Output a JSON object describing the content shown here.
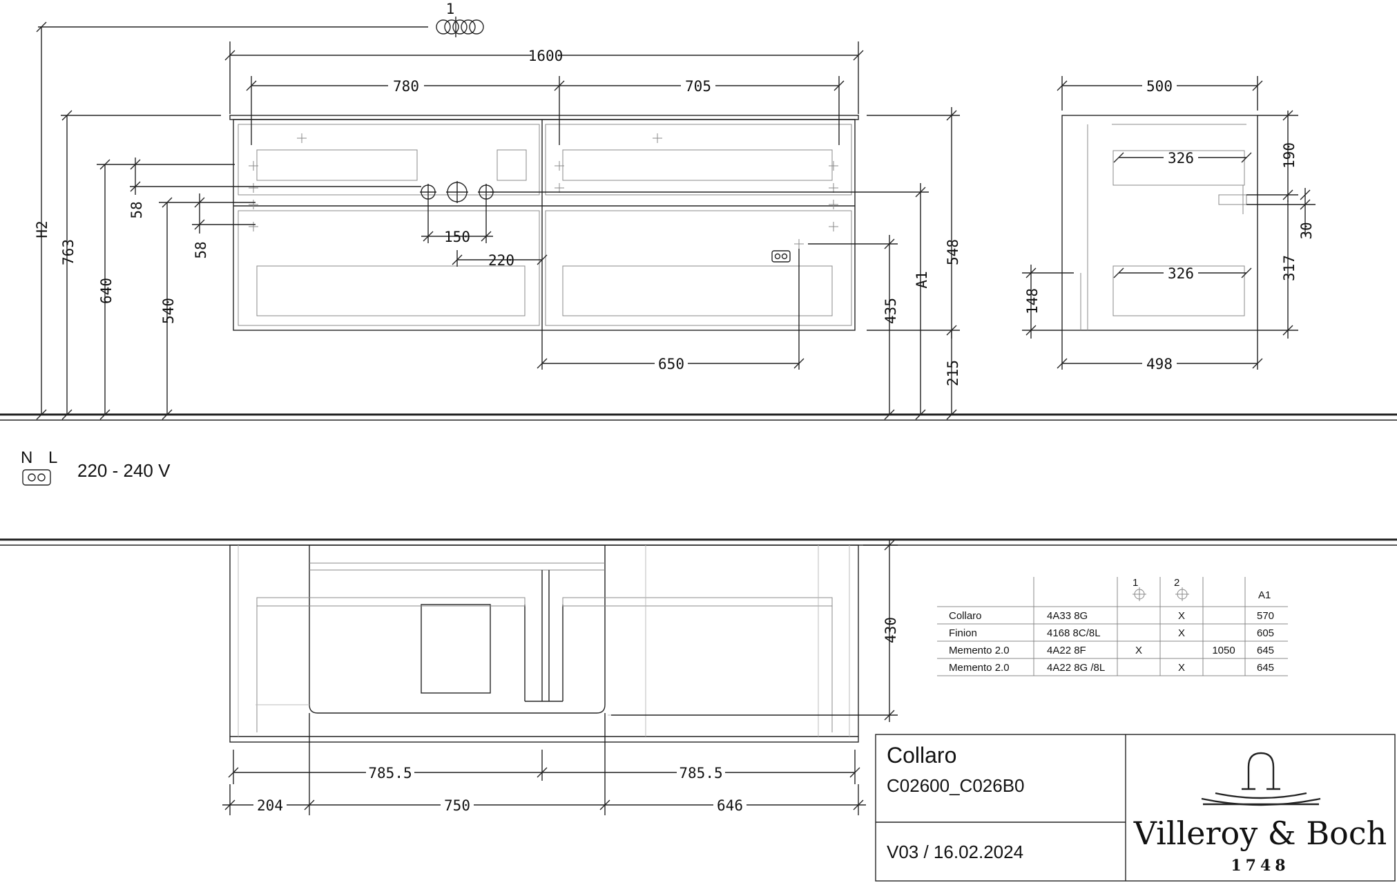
{
  "top_marker": "1",
  "front_view": {
    "overall_width": "1600",
    "left_drawer_width": "780",
    "right_drawer_width": "705",
    "height_h2": "H2",
    "height_763": "763",
    "height_640": "640",
    "height_540": "540",
    "spacing_58_upper": "58",
    "spacing_58_lower": "58",
    "tap_spacing": "150",
    "offset_220": "220",
    "socket_offset": "650",
    "socket_height": "435",
    "a1": "A1",
    "cabinet_height": "548",
    "floor_clearance": "215"
  },
  "side_view": {
    "depth_top": "500",
    "depth_bottom": "498",
    "drawer_upper": "326",
    "drawer_lower": "326",
    "dim_190": "190",
    "dim_30": "30",
    "dim_317": "317",
    "dim_148": "148"
  },
  "power": {
    "n_label": "N",
    "l_label": "L",
    "voltage": "220 - 240 V"
  },
  "plan_view": {
    "depth": "430",
    "left_half": "785.5",
    "right_half": "785.5",
    "left_margin": "204",
    "basin_width": "750",
    "right_margin": "646"
  },
  "compat_table": {
    "header_icons": [
      "1",
      "2"
    ],
    "header_a1": "A1",
    "rows": [
      {
        "name": "Collaro",
        "code": "4A33 8G",
        "c1": "",
        "c2": "X",
        "c3": "",
        "a1": "570"
      },
      {
        "name": "Finion",
        "code": "4168 8C/8L",
        "c1": "",
        "c2": "X",
        "c3": "",
        "a1": "605"
      },
      {
        "name": "Memento 2.0",
        "code": "4A22 8F",
        "c1": "X",
        "c2": "",
        "c3": "1050",
        "a1": "645"
      },
      {
        "name": "Memento 2.0",
        "code": "4A22 8G /8L",
        "c1": "",
        "c2": "X",
        "c3": "",
        "a1": "645"
      }
    ]
  },
  "title_block": {
    "product": "Collaro",
    "article": "C02600_C026B0",
    "version": "V03 / 16.02.2024",
    "brand": "Villeroy & Boch",
    "year": "1748"
  }
}
